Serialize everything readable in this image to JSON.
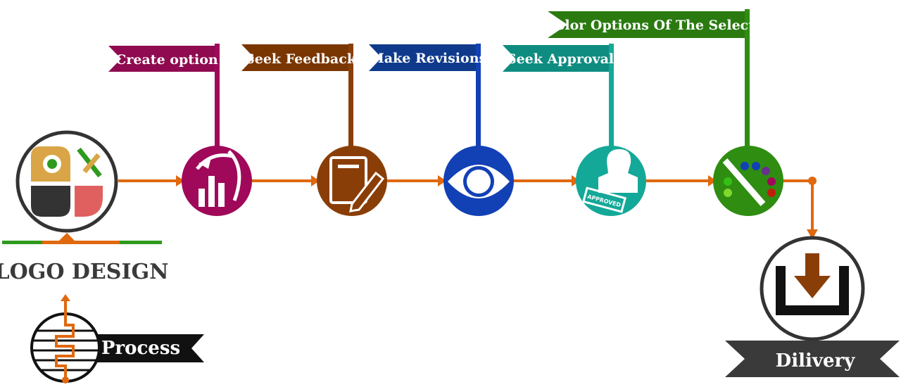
{
  "diagram": {
    "title": "LOGO DESIGN",
    "process_label": "Process",
    "delivery_label": "Dilivery",
    "steps": [
      {
        "label": "Create option",
        "color": "#a0085a",
        "flag_color": "#8f0a50",
        "icon": "chart-pen-icon"
      },
      {
        "label": "Seek Feedback",
        "color": "#8a3e07",
        "flag_color": "#7a3600",
        "icon": "notepad-pencil-icon"
      },
      {
        "label": "Make Revisions",
        "color": "#1240b5",
        "flag_color": "#0f3a8c",
        "icon": "eye-icon"
      },
      {
        "label": "Seek Approval",
        "color": "#14a898",
        "flag_color": "#0e8c80",
        "icon": "approved-stamp-icon"
      },
      {
        "label": "Color Options Of The Selected",
        "color": "#2f8d12",
        "flag_color": "#2a7a10",
        "icon": "palette-pencil-icon"
      }
    ],
    "connector_color": "#e0680e",
    "stamp_text": "APPROVED",
    "delivery_icon": "download-tray-icon"
  }
}
